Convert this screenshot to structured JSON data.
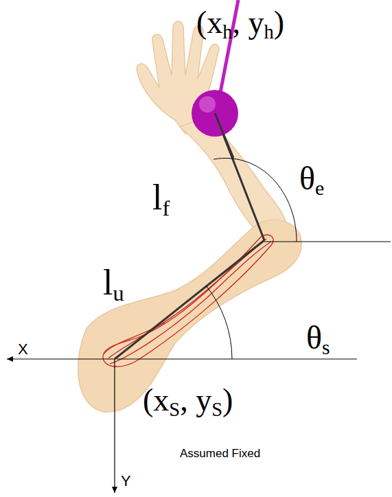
{
  "diagram": {
    "labels": [
      "(x",
      "h",
      ", y",
      "h",
      ")",
      "l",
      "f",
      "θ",
      "e",
      "l",
      "u",
      "θ",
      "s",
      "X",
      "(x",
      "S",
      ", y",
      "S",
      ")",
      "Assumed Fixed",
      "Y"
    ]
  }
}
